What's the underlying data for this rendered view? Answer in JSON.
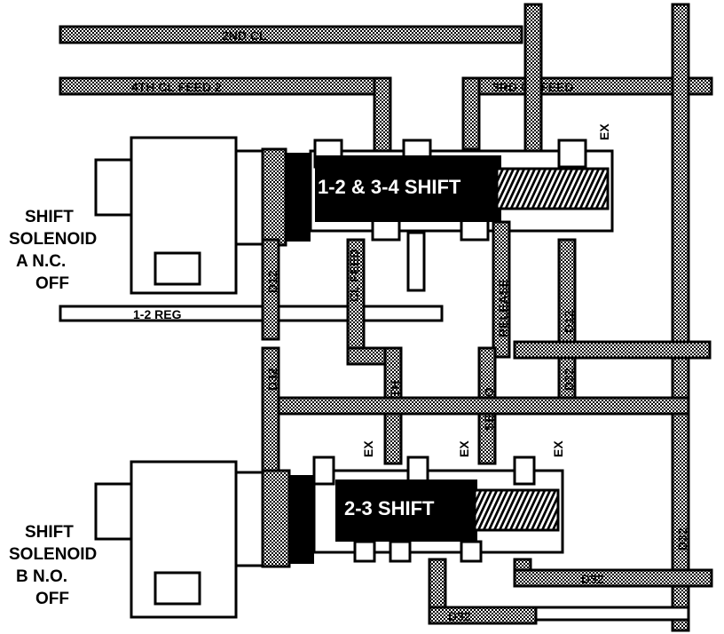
{
  "solenoid_a": {
    "line1": "SHIFT",
    "line2": "SOLENOID",
    "line3": "A  N.C.",
    "line4": "OFF"
  },
  "solenoid_b": {
    "line1": "SHIFT",
    "line2": "SOLENOID",
    "line3": "B  N.O.",
    "line4": "OFF"
  },
  "valves": {
    "upper": "1-2 & 3-4 SHIFT",
    "lower": "2-3 SHIFT"
  },
  "passages": {
    "second_cl": "2ND CL",
    "fourth_cl_feed_2": "4TH CL FEED 2",
    "third_cl_feed": "3RD CL FEED",
    "reg_12": "1-2 REG",
    "cl_feed": "CL FEED",
    "fourth": "4TH",
    "servo": "SERVO",
    "release": "RELEASE",
    "d32": "D32",
    "d12": "D12",
    "d32_12": "D32",
    "ex": "EX"
  }
}
